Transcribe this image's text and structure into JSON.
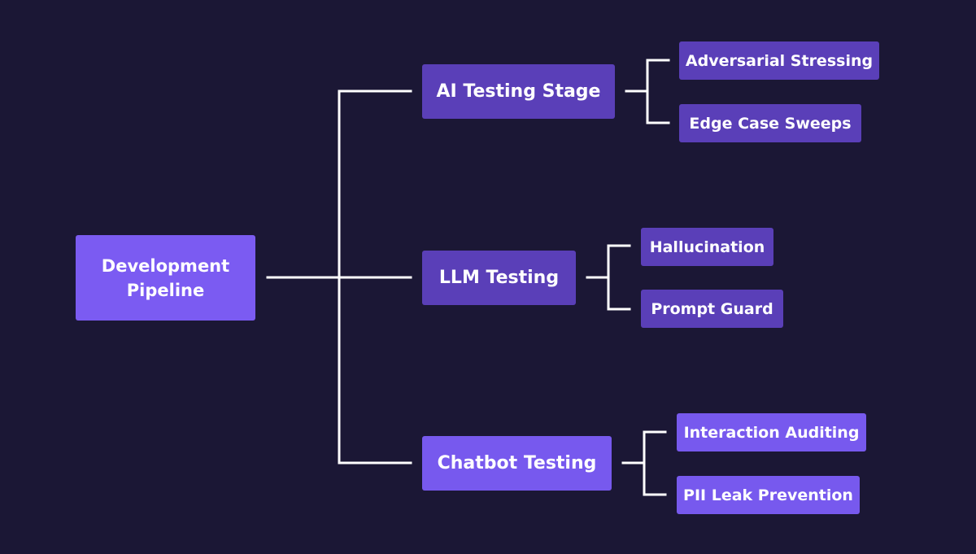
{
  "diagram": {
    "root": {
      "label": "Development Pipeline"
    },
    "stages": [
      {
        "label": "AI Testing Stage",
        "children": [
          {
            "label": "Adversarial Stressing"
          },
          {
            "label": "Edge Case Sweeps"
          }
        ]
      },
      {
        "label": "LLM Testing",
        "children": [
          {
            "label": "Hallucination"
          },
          {
            "label": "Prompt Guard"
          }
        ]
      },
      {
        "label": "Chatbot Testing",
        "children": [
          {
            "label": "Interaction Auditing"
          },
          {
            "label": "PII Leak Prevention"
          }
        ]
      }
    ]
  },
  "colors": {
    "background": "#1b1735",
    "root_fill": "#7b5bf2",
    "stage_dark_fill": "#5a3fb8",
    "stage_bright_fill": "#7759ee",
    "connector": "#ffffff"
  }
}
